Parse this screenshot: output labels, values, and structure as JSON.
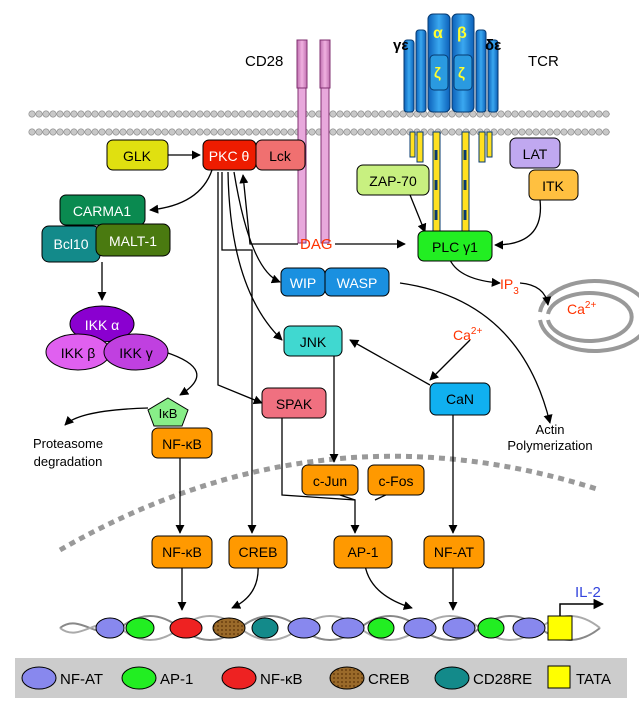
{
  "membrane_labels": {
    "cd28": "CD28",
    "tcr": "TCR",
    "gamma_epsilon": "γε",
    "delta_epsilon": "δε",
    "alpha": "α",
    "beta": "β",
    "zeta": "ζ"
  },
  "nodes": {
    "glk": "GLK",
    "pkc": "PKC θ",
    "lck": "Lck",
    "zap70": "ZAP-70",
    "lat": "LAT",
    "itk": "ITK",
    "carma1": "CARMA1",
    "bcl10": "Bcl10",
    "malt1": "MALT-1",
    "ikk_a": "IKK α",
    "ikk_b": "IKK β",
    "ikk_g": "IKK γ",
    "ikb": "IκB",
    "nfkb_cyto": "NF-κB",
    "wip": "WIP",
    "wasp": "WASP",
    "jnk": "JNK",
    "spak": "SPAK",
    "can": "CaN",
    "plc": "PLC γ1",
    "cjun": "c-Jun",
    "cfos": "c-Fos",
    "nfkb_nuc": "NF-κB",
    "creb": "CREB",
    "ap1": "AP-1",
    "nfat": "NF-AT"
  },
  "small_labels": {
    "dag": "DAG",
    "ip3": "IP",
    "ip3_sub": "3",
    "ca_store": "Ca",
    "ca_store_sup": "2+",
    "ca_cyto": "Ca",
    "ca_cyto_sup": "2+",
    "proteasome": "Proteasome",
    "degradation": "degradation",
    "actin1": "Actin",
    "actin2": "Polymerization",
    "il2": "IL-2"
  },
  "legend": [
    {
      "label": "NF-AT",
      "color": "#8888ee"
    },
    {
      "label": "AP-1",
      "color": "#22ee22"
    },
    {
      "label": "NF-κB",
      "color": "#ee2222"
    },
    {
      "label": "CREB",
      "color": "#9a6a2a"
    },
    {
      "label": "CD28RE",
      "color": "#138a8a"
    },
    {
      "label": "TATA",
      "color": "#ffff00"
    }
  ],
  "colors": {
    "orange": "#ff9900",
    "red_label": "#ff3300",
    "blue_label": "#3344dd"
  }
}
